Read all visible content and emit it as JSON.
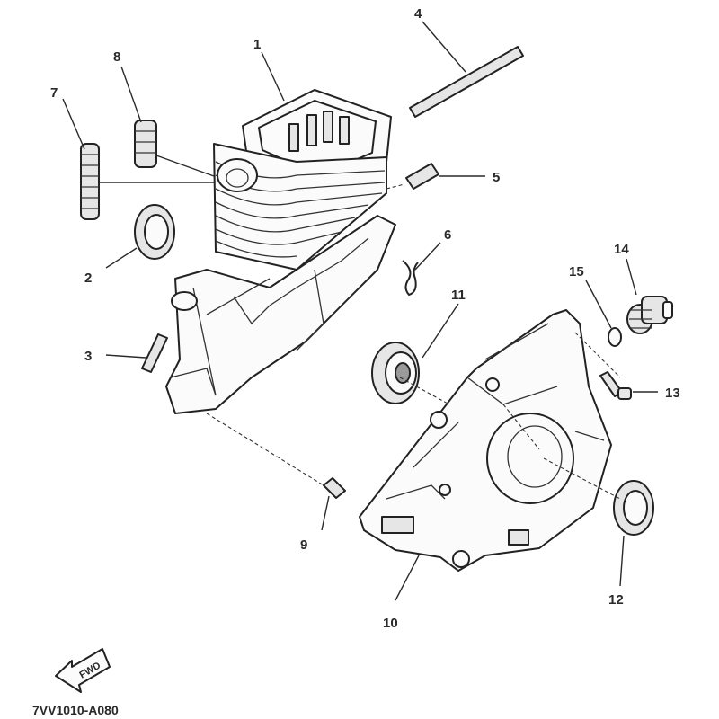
{
  "diagram": {
    "callouts": {
      "c1": "1",
      "c2": "2",
      "c3": "3",
      "c4": "4",
      "c5": "5",
      "c6": "6",
      "c7": "7",
      "c8": "8",
      "c9": "9",
      "c10": "10",
      "c11": "11",
      "c12": "12",
      "c13": "13",
      "c14": "14",
      "c15": "15"
    },
    "fwd_label": "FWD",
    "figure_code": "7VV1010-A080"
  },
  "icons": {
    "fwd": "forward-arrow-icon"
  }
}
